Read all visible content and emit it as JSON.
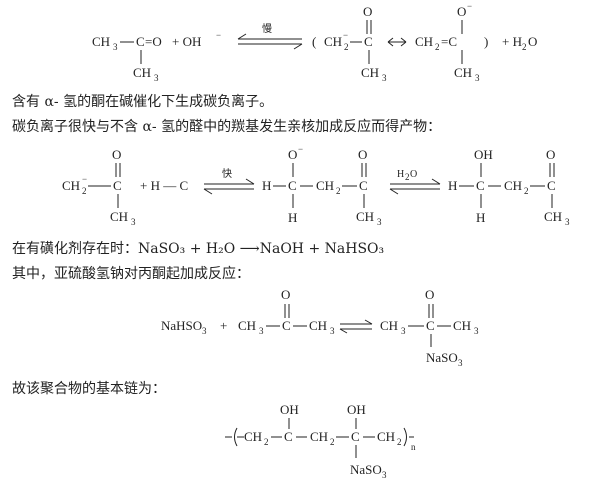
{
  "text": {
    "line1": "含有 α- 氢的酮在碱催化下生成碳负离子。",
    "line2": "碳负离子很快与不含 α- 氢的醛中的羰基发生亲核加成反应而得产物：",
    "line3": "在有磺化剂存在时：NaSO₃ + H₂O ⟶NaOH + NaHSO₃",
    "line4": "其中，亚硫酸氢钠对丙酮起加成反应：",
    "line5": "故该聚合物的基本链为："
  },
  "eq1": {
    "slow_label": "慢",
    "ch3": "CH",
    "sub3": "3",
    "c": "C",
    "eqo": "=O",
    "plus_oh": "+ OH",
    "minus": "−",
    "lparen": "(",
    "rparen": ")",
    "ch2": "CH",
    "sub2": "2",
    "o": "O",
    "ch2eq": "CH",
    "eqc": "=C",
    "plus_h2o": "+ H",
    "h2o_o": "O"
  },
  "eq2": {
    "fast_label": "快",
    "h2o_label": "H",
    "h2o_label_sub": "2",
    "h2o_label_o": "O",
    "plus_hc": "+ H — C",
    "h": "H",
    "oh": "OH"
  },
  "eq3": {
    "nahso3": "NaHSO",
    "plus": "+",
    "naso3": "NaSO"
  }
}
